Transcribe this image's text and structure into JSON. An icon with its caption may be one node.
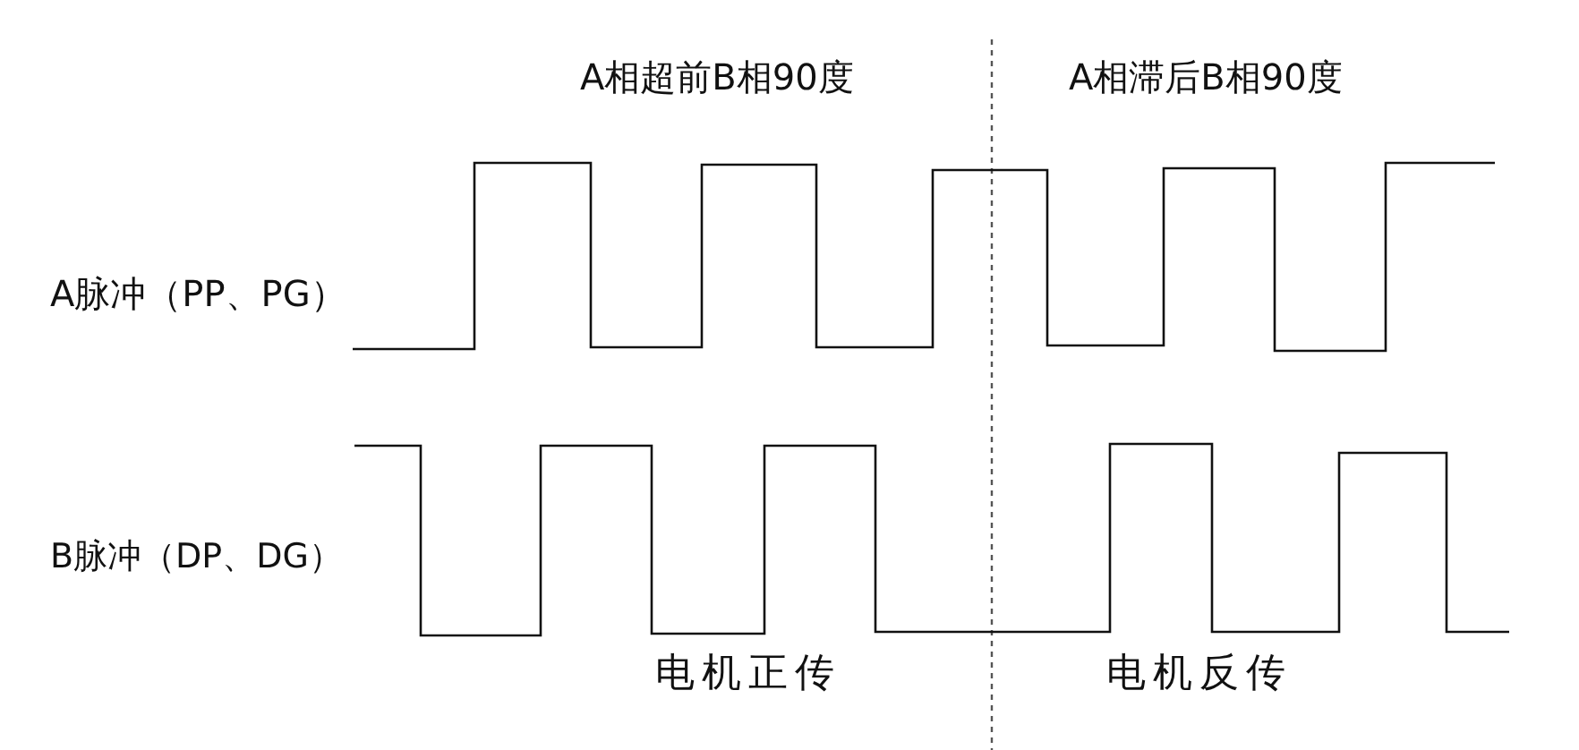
{
  "diagram": {
    "labels": [
      "A相超前B相90度",
      "A相滞后B相90度",
      "A脉冲（PP、PG）",
      "B脉冲（DP、DG）",
      "电机正传",
      "电机反传"
    ]
  }
}
